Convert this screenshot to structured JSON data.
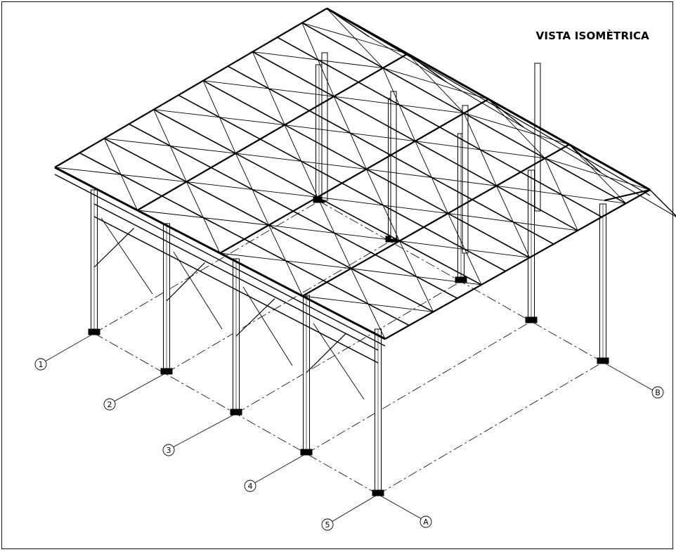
{
  "drawing": {
    "title": "VISTA ISOMÈTRICA",
    "line_color": "#000000",
    "background": "#ffffff"
  },
  "grid": {
    "rows": [
      "1",
      "2",
      "3",
      "4",
      "5"
    ],
    "columns": [
      "A",
      "B"
    ]
  }
}
